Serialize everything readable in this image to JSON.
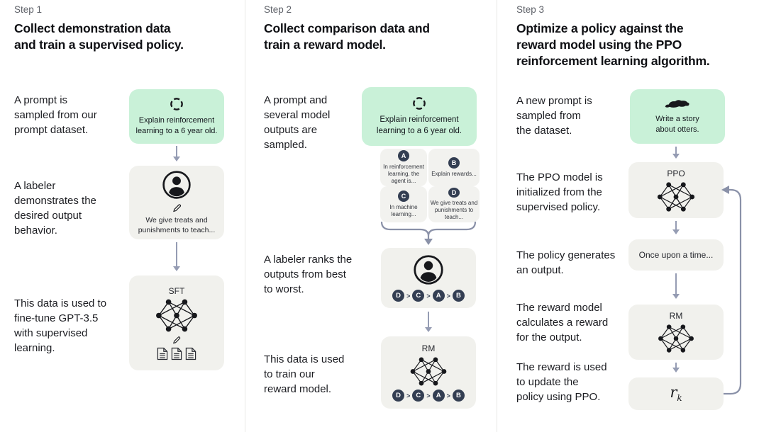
{
  "colors": {
    "background": "#ffffff",
    "mint_box": "#c9f1d8",
    "grey_box": "#f1f1ed",
    "chip_navy": "#333e52",
    "arrow": "#959cb3",
    "divider": "#e9e9e6",
    "step_label": "#5f6269",
    "text": "#18191d"
  },
  "columns": [
    {
      "step": "Step 1",
      "title": "Collect demonstration data\nand train a supervised policy.",
      "captions": [
        "A prompt is\nsampled from our\nprompt dataset.",
        "A labeler\ndemonstrates the\ndesired output\nbehavior.",
        "This data is used to\nfine-tune GPT-3.5\nwith supervised\nlearning."
      ],
      "prompt_box": {
        "icon": "cycle-icon",
        "text": "Explain reinforcement\nlearning to a 6 year old."
      },
      "labeler_box": {
        "icons": [
          "person-icon",
          "pencil-icon"
        ],
        "text": "We give treats and\npunishments to teach..."
      },
      "sft_box": {
        "label": "SFT",
        "icons": [
          "network-icon",
          "pencil-icon",
          "documents-icon"
        ]
      }
    },
    {
      "step": "Step 2",
      "title": "Collect comparison data and\ntrain a reward model.",
      "captions": [
        "A prompt and\nseveral model\noutputs are\nsampled.",
        "A labeler ranks the\noutputs from best\nto worst.",
        "This data is used\nto train our\nreward model."
      ],
      "prompt_box": {
        "icon": "cycle-icon",
        "text": "Explain reinforcement\nlearning to a 6 year old."
      },
      "outputs": [
        {
          "letter": "A",
          "text": "In reinforcement\nlearning, the\nagent is..."
        },
        {
          "letter": "B",
          "text": "Explain rewards..."
        },
        {
          "letter": "C",
          "text": "In machine\nlearning..."
        },
        {
          "letter": "D",
          "text": "We give treats and\npunishments to\nteach..."
        }
      ],
      "ranking": {
        "order": [
          "D",
          "C",
          "A",
          "B"
        ],
        "separator": ">"
      },
      "rank_box": {
        "icon": "person-icon"
      },
      "rm_box": {
        "label": "RM",
        "icon": "network-icon"
      }
    },
    {
      "step": "Step 3",
      "title": "Optimize a policy against the\nreward model using the PPO\nreinforcement learning algorithm.",
      "captions": [
        "A new prompt is\nsampled from\nthe dataset.",
        "The PPO model is\ninitialized from the\nsupervised policy.",
        "The policy generates\nan output.",
        "The reward model\ncalculates a reward\nfor the output.",
        "The reward is used\nto update the\npolicy using PPO."
      ],
      "prompt_box": {
        "icon": "otter-icon",
        "text": "Write a story\nabout otters."
      },
      "ppo_box": {
        "label": "PPO",
        "icon": "network-icon"
      },
      "output_box": {
        "text": "Once upon a time..."
      },
      "rm_box": {
        "label": "RM",
        "icon": "network-icon"
      },
      "reward_box": {
        "label_base": "r",
        "label_sub": "k"
      }
    }
  ]
}
